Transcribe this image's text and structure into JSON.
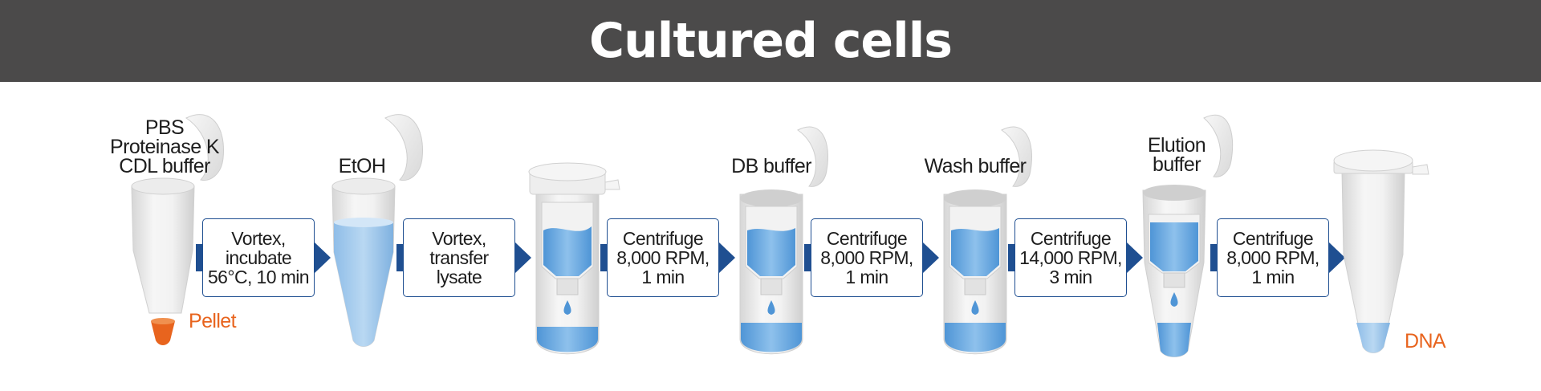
{
  "title": "Cultured cells",
  "reagents": {
    "tube1": "PBS\nProteinase K\nCDL buffer",
    "tube2": "EtOH",
    "tube4": "DB buffer",
    "tube5": "Wash buffer",
    "tube6": "Elution\nbuffer"
  },
  "pellet_label": "Pellet",
  "dna_label": "DNA",
  "steps": [
    {
      "text": "Vortex,\nincubate\n56°C, 10 min"
    },
    {
      "text": "Vortex,\ntransfer\nlysate"
    },
    {
      "text": "Centrifuge\n8,000 RPM,\n1 min"
    },
    {
      "text": "Centrifuge\n8,000 RPM,\n1 min"
    },
    {
      "text": "Centrifuge\n14,000 RPM,\n3 min"
    },
    {
      "text": "Centrifuge\n8,000 RPM,\n1 min"
    }
  ],
  "colors": {
    "header_bg": "#4b4a4a",
    "arrow": "#1f4f91",
    "liquid": "#6aa9e0",
    "pellet": "#e8641e",
    "tube": "#e6e6e6"
  }
}
